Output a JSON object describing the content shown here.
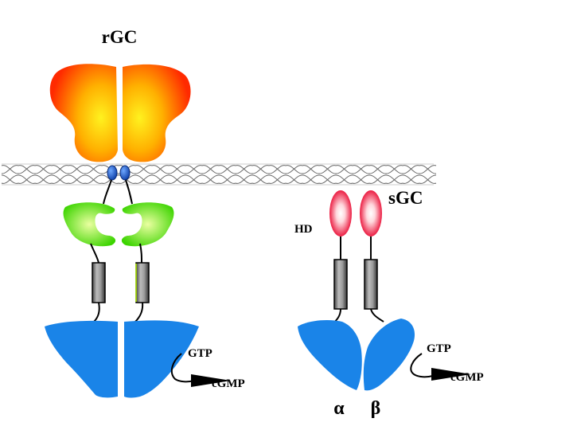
{
  "labels": {
    "rgc": "rGC",
    "sgc": "sGC",
    "hd": "HD",
    "gtp_left": "GTP",
    "cgmp_left": "cGMP",
    "gtp_right": "GTP",
    "cgmp_right": "cGMP",
    "alpha": "α",
    "beta": "β"
  },
  "colors": {
    "extracellular_domain": "#ff3300",
    "extracellular_domain_core": "#ffee22",
    "khd_domain": "#44dd00",
    "heme_domain": "#e8002a",
    "catalytic_domain": "#1a84e8",
    "coiled_coil": "#555555",
    "membrane": "#555555",
    "tm_helix": "#1155cc"
  }
}
